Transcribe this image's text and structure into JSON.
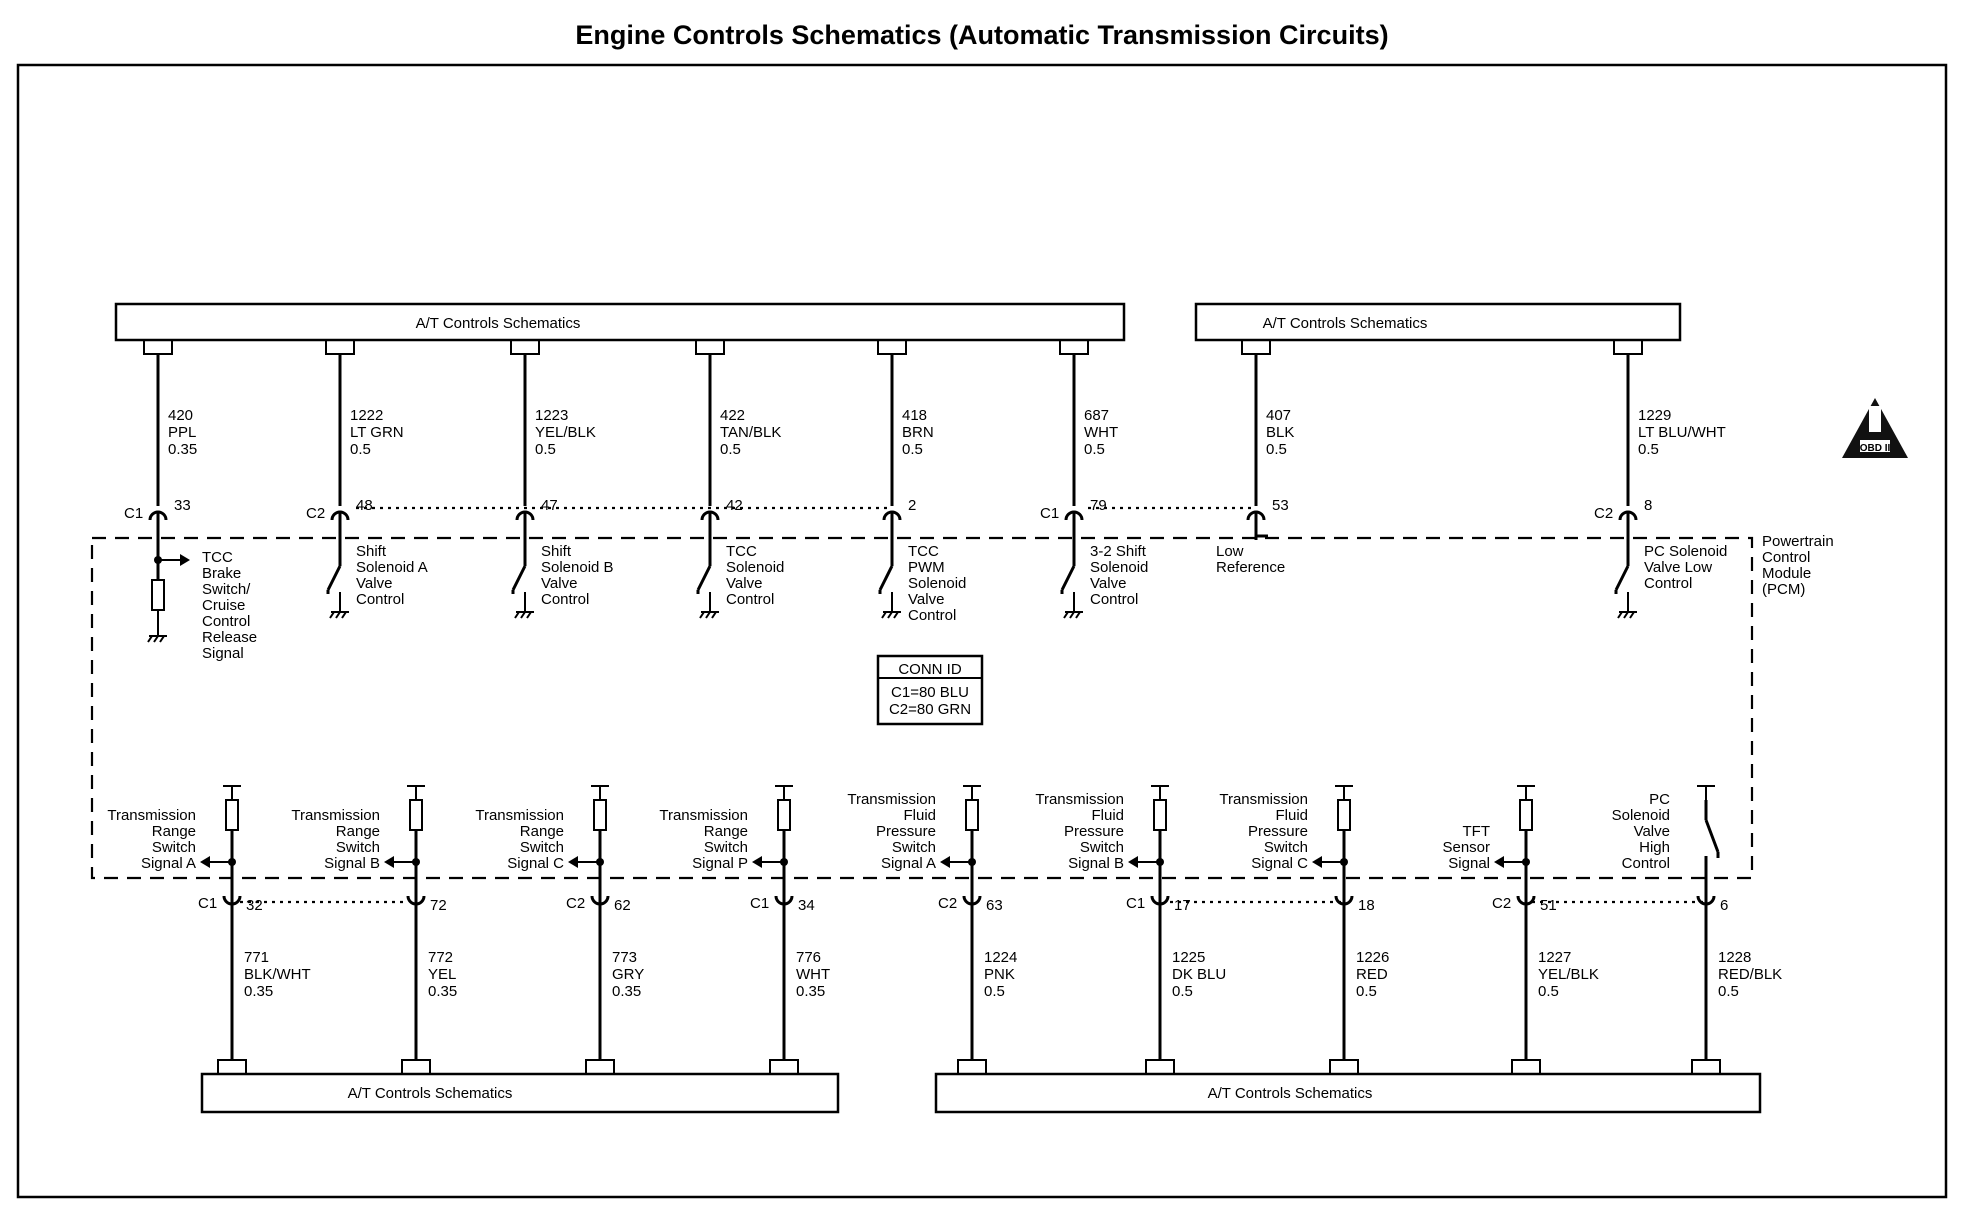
{
  "title": "Engine Controls Schematics (Automatic Transmission Circuits)",
  "pcm_label": [
    "Powertrain",
    "Control",
    "Module",
    "(PCM)"
  ],
  "conn_id": {
    "header": "CONN ID",
    "lines": [
      "C1=80 BLU",
      "C2=80 GRN"
    ]
  },
  "obd_badge": "OBD II",
  "top_boxes": [
    {
      "label": "A/T Controls Schematics"
    },
    {
      "label": "A/T Controls Schematics"
    }
  ],
  "bottom_boxes": [
    {
      "label": "A/T Controls Schematics"
    },
    {
      "label": "A/T Controls Schematics"
    }
  ],
  "top_circuits": [
    {
      "circuit": "420",
      "color": "PPL",
      "gauge": "0.35",
      "conn": "C1",
      "pin": "33",
      "desc": [
        "TCC",
        "Brake",
        "Switch/",
        "Cruise",
        "Control",
        "Release",
        "Signal"
      ]
    },
    {
      "circuit": "1222",
      "color": "LT GRN",
      "gauge": "0.5",
      "conn": "C2",
      "pin": "48",
      "desc": [
        "Shift",
        "Solenoid A",
        "Valve",
        "Control"
      ]
    },
    {
      "circuit": "1223",
      "color": "YEL/BLK",
      "gauge": "0.5",
      "conn": "",
      "pin": "47",
      "desc": [
        "Shift",
        "Solenoid B",
        "Valve",
        "Control"
      ]
    },
    {
      "circuit": "422",
      "color": "TAN/BLK",
      "gauge": "0.5",
      "conn": "",
      "pin": "42",
      "desc": [
        "TCC",
        "Solenoid",
        "Valve",
        "Control"
      ]
    },
    {
      "circuit": "418",
      "color": "BRN",
      "gauge": "0.5",
      "conn": "",
      "pin": "2",
      "desc": [
        "TCC",
        "PWM",
        "Solenoid",
        "Valve",
        "Control"
      ]
    },
    {
      "circuit": "687",
      "color": "WHT",
      "gauge": "0.5",
      "conn": "C1",
      "pin": "79",
      "desc": [
        "3-2 Shift",
        "Solenoid",
        "Valve",
        "Control"
      ]
    },
    {
      "circuit": "407",
      "color": "BLK",
      "gauge": "0.5",
      "conn": "",
      "pin": "53",
      "desc": [
        "Low",
        "Reference"
      ]
    },
    {
      "circuit": "1229",
      "color": "LT BLU/WHT",
      "gauge": "0.5",
      "conn": "C2",
      "pin": "8",
      "desc": [
        "PC Solenoid",
        "Valve Low",
        "Control"
      ]
    }
  ],
  "bottom_circuits": [
    {
      "circuit": "771",
      "color": "BLK/WHT",
      "gauge": "0.35",
      "conn": "C1",
      "pin": "32",
      "desc": [
        "Transmission",
        "Range",
        "Switch",
        "Signal A"
      ]
    },
    {
      "circuit": "772",
      "color": "YEL",
      "gauge": "0.35",
      "conn": "",
      "pin": "72",
      "desc": [
        "Transmission",
        "Range",
        "Switch",
        "Signal B"
      ]
    },
    {
      "circuit": "773",
      "color": "GRY",
      "gauge": "0.35",
      "conn": "C2",
      "pin": "62",
      "desc": [
        "Transmission",
        "Range",
        "Switch",
        "Signal C"
      ]
    },
    {
      "circuit": "776",
      "color": "WHT",
      "gauge": "0.35",
      "conn": "C1",
      "pin": "34",
      "desc": [
        "Transmission",
        "Range",
        "Switch",
        "Signal P"
      ]
    },
    {
      "circuit": "1224",
      "color": "PNK",
      "gauge": "0.5",
      "conn": "C2",
      "pin": "63",
      "desc": [
        "Transmission",
        "Fluid",
        "Pressure",
        "Switch",
        "Signal A"
      ]
    },
    {
      "circuit": "1225",
      "color": "DK BLU",
      "gauge": "0.5",
      "conn": "C1",
      "pin": "17",
      "desc": [
        "Transmission",
        "Fluid",
        "Pressure",
        "Switch",
        "Signal B"
      ]
    },
    {
      "circuit": "1226",
      "color": "RED",
      "gauge": "0.5",
      "conn": "",
      "pin": "18",
      "desc": [
        "Transmission",
        "Fluid",
        "Pressure",
        "Switch",
        "Signal C"
      ]
    },
    {
      "circuit": "1227",
      "color": "YEL/BLK",
      "gauge": "0.5",
      "conn": "C2",
      "pin": "51",
      "desc": [
        "TFT",
        "Sensor",
        "Signal"
      ]
    },
    {
      "circuit": "1228",
      "color": "RED/BLK",
      "gauge": "0.5",
      "conn": "",
      "pin": "6",
      "desc": [
        "PC",
        "Solenoid",
        "Valve",
        "High",
        "Control"
      ]
    }
  ]
}
